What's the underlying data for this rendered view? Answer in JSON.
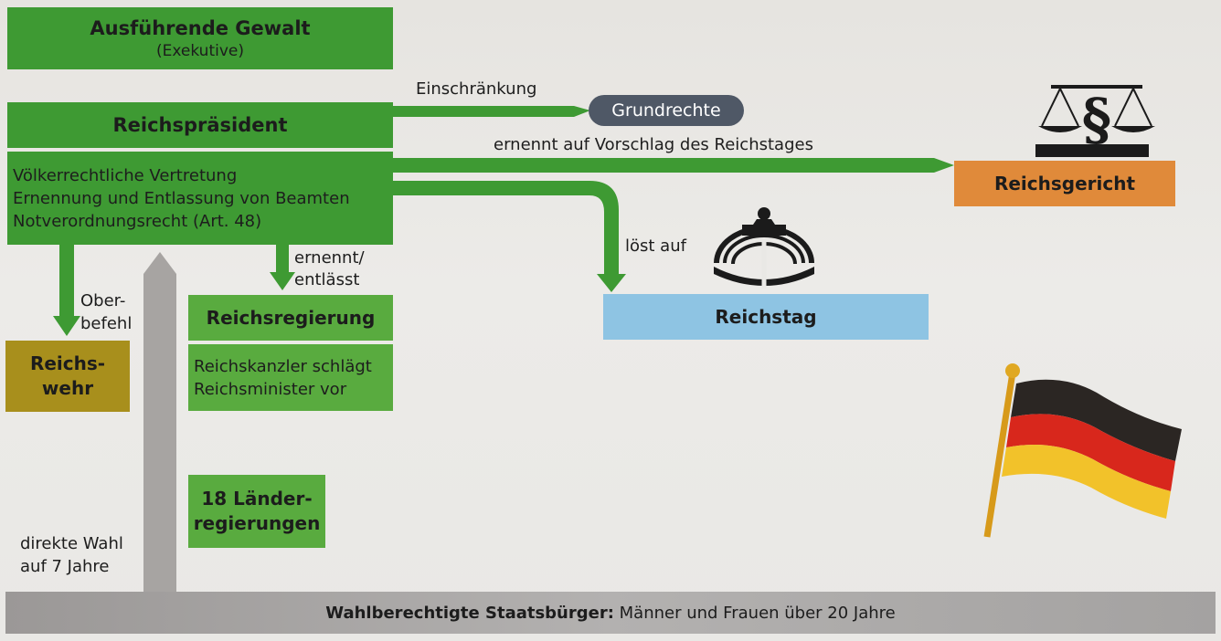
{
  "exekutive": {
    "title": "Ausführende Gewalt",
    "subtitle": "(Exekutive)"
  },
  "reichspraesident": {
    "title": "Reichspräsident",
    "powers": [
      "Völkerrechtliche Vertretung",
      "Ernennung und Entlassung von Beamten",
      "Notverordnungsrecht (Art. 48)"
    ]
  },
  "grundrechte": {
    "label": "Grundrechte",
    "edge_label": "Einschränkung"
  },
  "reichsgericht": {
    "label": "Reichsgericht",
    "edge_label": "ernennt auf Vorschlag des Reichstages"
  },
  "reichstag": {
    "label": "Reichstag",
    "edge_label": "löst auf"
  },
  "reichsregierung": {
    "title": "Reichsregierung",
    "lines": [
      "Reichskanzler schlägt",
      "Reichsminister vor"
    ],
    "edge_label_1": "ernennt/",
    "edge_label_2": "entlässt"
  },
  "reichswehr": {
    "line1": "Reichs-",
    "line2": "wehr",
    "edge_label_1": "Ober-",
    "edge_label_2": "befehl"
  },
  "laender": {
    "line1": "18 Länder-",
    "line2": "regierungen"
  },
  "wahl": {
    "line1": "direkte Wahl",
    "line2": "auf 7 Jahre"
  },
  "staatsbuerger": {
    "label_bold": "Wahlberechtigte Staatsbürger:",
    "label_rest": " Männer und Frauen über 20 Jahre"
  },
  "icons": [
    "justice-scale-icon",
    "parliament-icon",
    "german-flag-icon"
  ],
  "colors": {
    "green": "#3e9a33",
    "light_green": "#59ab3f",
    "olive": "#a88f1c",
    "orange": "#e08a3a",
    "blue": "#8ec4e3",
    "slate": "#4f5866",
    "gray": "#a7a4a2"
  }
}
